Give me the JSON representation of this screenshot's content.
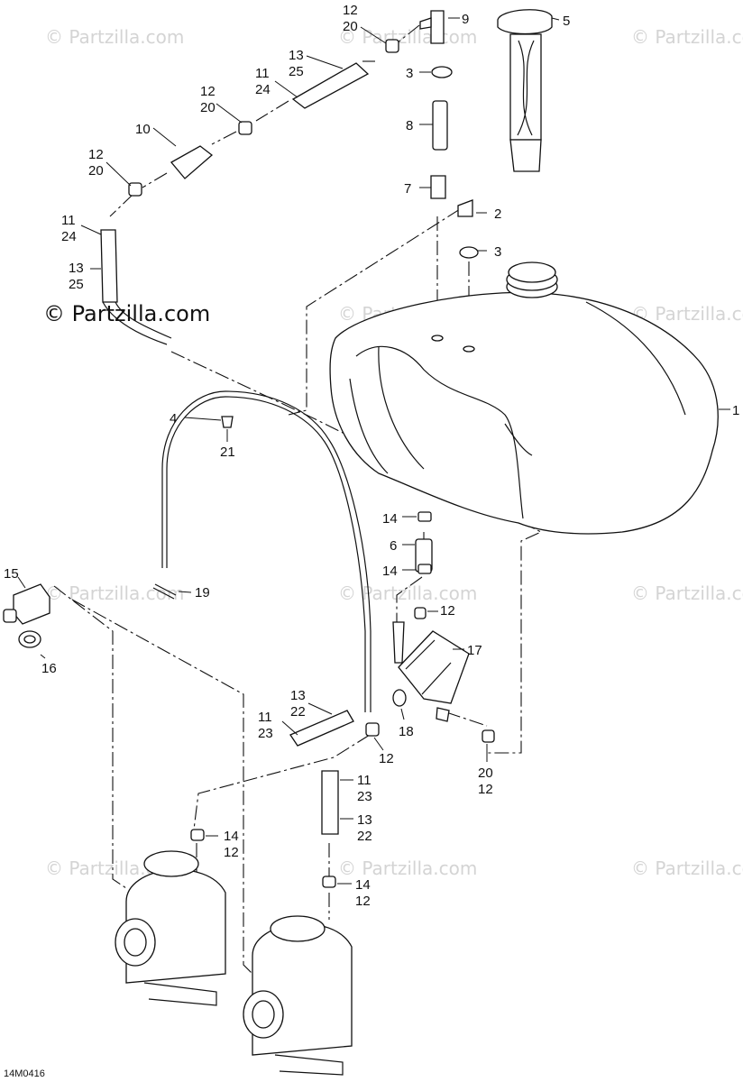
{
  "diagram_code": "14M0416",
  "watermark_main": "© Partzilla.com",
  "watermark_faint": "© Partzilla.com",
  "callouts": {
    "c1": "1",
    "c2": "2",
    "c3a": "3",
    "c3b": "3",
    "c4": "4",
    "c5": "5",
    "c6": "6",
    "c7": "7",
    "c8": "8",
    "c9": "9",
    "c10": "10",
    "c11_25a": "11",
    "c24a": "24",
    "c13_25a": "13",
    "c25a": "25",
    "c12_20a": "12",
    "c20a": "20",
    "c12_20b": "12",
    "c20b": "20",
    "c12_20c": "12",
    "c20c": "20",
    "c11_24b": "11",
    "c24b": "24",
    "c13b": "13",
    "c25b": "25",
    "c14a": "14",
    "c14b": "14",
    "c12d": "12",
    "c15": "15",
    "c16": "16",
    "c17": "17",
    "c18": "18",
    "c19": "19",
    "c21": "21",
    "c13c": "13",
    "c22c": "22",
    "c11c": "11",
    "c23c": "23",
    "c12e": "12",
    "c20f": "20",
    "c12f": "12",
    "c11g": "11",
    "c23g": "23",
    "c13g": "13",
    "c22g": "22",
    "c14h": "14",
    "c12h": "12",
    "c14i": "14",
    "c12i": "12"
  }
}
